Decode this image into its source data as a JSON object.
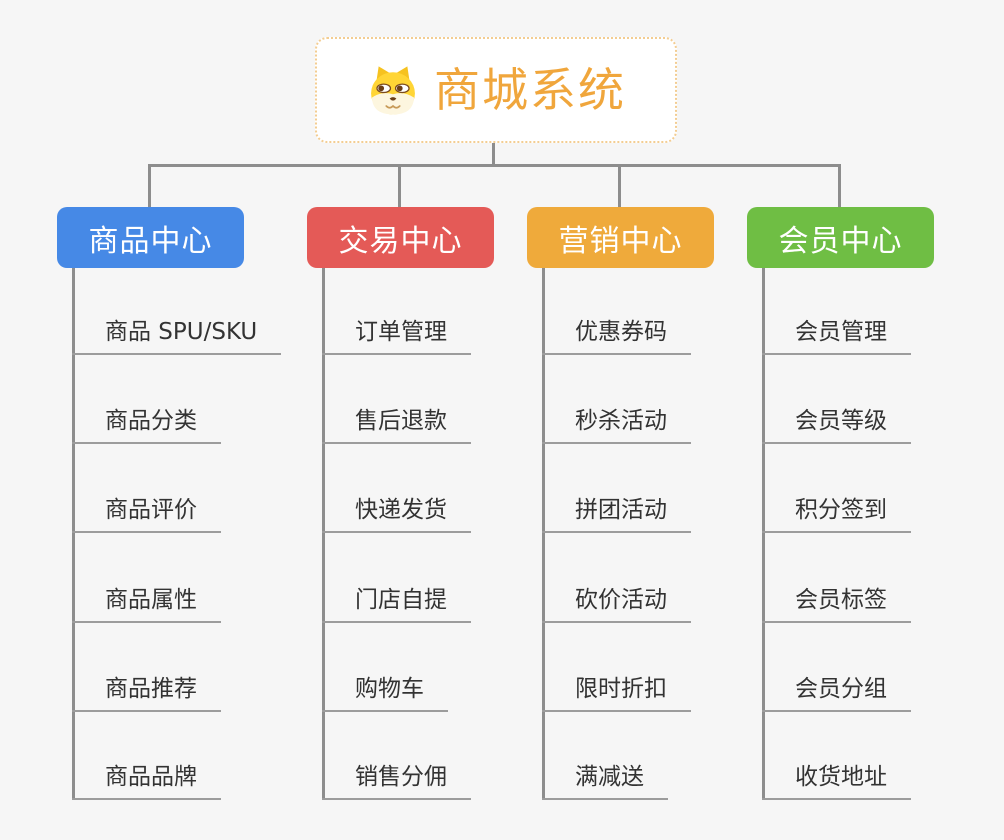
{
  "root": {
    "title": "商城系统",
    "icon": "shiba-dog-mascot"
  },
  "branches": [
    {
      "label": "商品中心",
      "color": "#4689e6",
      "items": [
        "商品 SPU/SKU",
        "商品分类",
        "商品评价",
        "商品属性",
        "商品推荐",
        "商品品牌"
      ]
    },
    {
      "label": "交易中心",
      "color": "#e45a57",
      "items": [
        "订单管理",
        "售后退款",
        "快递发货",
        "门店自提",
        "购物车",
        "销售分佣"
      ]
    },
    {
      "label": "营销中心",
      "color": "#efaa3b",
      "items": [
        "优惠券码",
        "秒杀活动",
        "拼团活动",
        "砍价活动",
        "限时折扣",
        "满减送"
      ]
    },
    {
      "label": "会员中心",
      "color": "#6fbe44",
      "items": [
        "会员管理",
        "会员等级",
        "积分签到",
        "会员标签",
        "会员分组",
        "收货地址"
      ]
    }
  ],
  "colors": {
    "background": "#f6f6f6",
    "title_text": "#f0a63c",
    "root_border": "#f3cd92",
    "connector": "#8d8d8d",
    "leaf_underline": "#9c9c9c",
    "leaf_text": "#333333"
  }
}
